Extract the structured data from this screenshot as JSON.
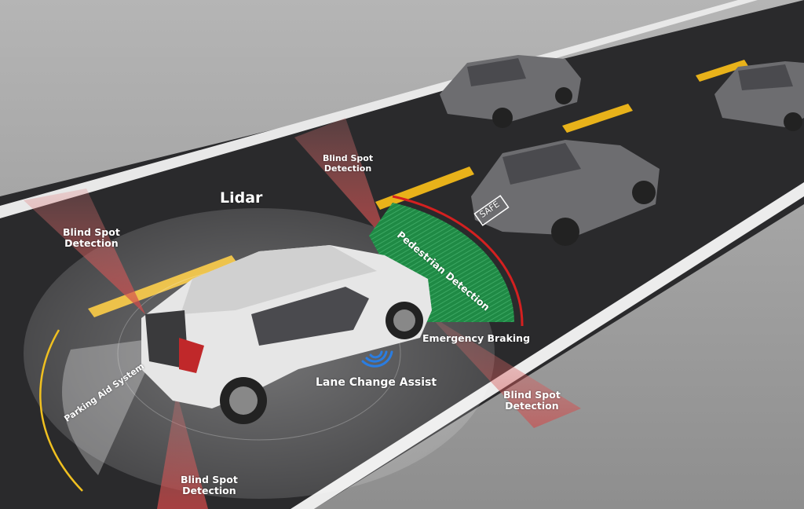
{
  "title": "Lidar",
  "labels": {
    "blind_spot_top": "Blind Spot\nDetection",
    "blind_spot_left": "Blind Spot\nDetection",
    "blind_spot_right": "Blind Spot\nDetection",
    "blind_spot_bottom": "Blind Spot\nDetection",
    "pedestrian": "Pedestrian Detection",
    "safe": "SAFE",
    "emergency": "Emergency Braking",
    "lane_change": "Lane Change Assist",
    "parking": "Parking Aid System"
  },
  "colors": {
    "asphalt": "#2a2a2c",
    "ground": "#a3a3a3",
    "lane_yellow": "#e8b21a",
    "pedestrian_green": "#1f8a45",
    "blind_spot_red": "#d25a5a",
    "braking_arc": "#d42020",
    "parking_arc": "#f0c020",
    "wifi_blue": "#2a7de1"
  }
}
